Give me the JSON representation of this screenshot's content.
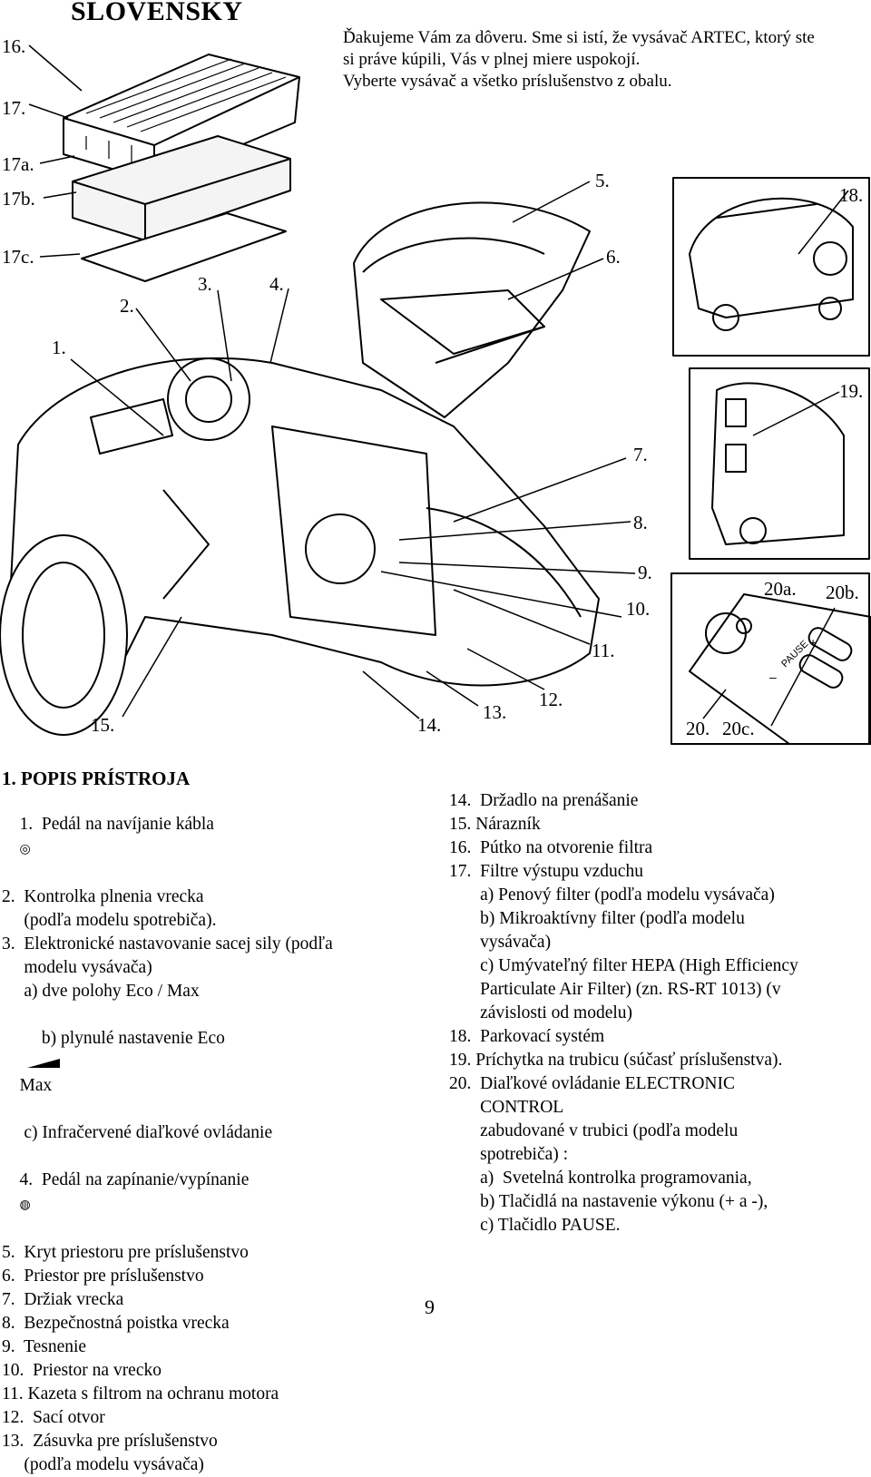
{
  "header": {
    "title": "SLOVENSKY"
  },
  "intro": {
    "line1": "Ďakujeme Vám za dôveru. Sme si istí, že vysávač ARTEC, ktorý ste",
    "line2": "si práve kúpili, Vás v plnej miere uspokojí.",
    "line3": "Vyberte vysávač a všetko príslušenstvo z obalu."
  },
  "figure_labels": {
    "l16": "16.",
    "l17": "17.",
    "l17a": "17a.",
    "l17b": "17b.",
    "l17c": "17c.",
    "l1": "1.",
    "l2": "2.",
    "l3": "3.",
    "l4": "4.",
    "l5": "5.",
    "l6": "6.",
    "l7": "7.",
    "l8": "8.",
    "l9": "9.",
    "l10": "10.",
    "l11": "11.",
    "l12": "12.",
    "l13": "13.",
    "l14": "14.",
    "l15": "15.",
    "l18": "18.",
    "l19": "19.",
    "l20": "20.",
    "l20a": "20a.",
    "l20b": "20b.",
    "l20c": "20c.",
    "pause": "PAUSE",
    "minus": "–",
    "plus": "+"
  },
  "section": {
    "title": "1. POPIS PRÍSTROJA"
  },
  "left_column": [
    "1.  Pedál na navíjanie kábla",
    "2.  Kontrolka plnenia vrecka",
    "     (podľa modelu spotrebiča).",
    "3.  Elektronické nastavovanie sacej sily (podľa",
    "     modelu vysávača)",
    "     a) dve polohy Eco / Max",
    "     b) plynulé nastavenie Eco",
    "Max",
    "     c) Infračervené diaľkové ovládanie",
    "4.  Pedál na zapínanie/vypínanie",
    "5.  Kryt priestoru pre príslušenstvo",
    "6.  Priestor pre príslušenstvo",
    "7.  Držiak vrecka",
    "8.  Bezpečnostná poistka vrecka",
    "9.  Tesnenie",
    "10.  Priestor na vrecko",
    "11. Kazeta s filtrom na ochranu motora",
    "12.  Sací otvor",
    "13.  Zásuvka pre príslušenstvo",
    "     (podľa modelu vysávača)"
  ],
  "right_column": [
    "14.  Držadlo na prenášanie",
    "15. Nárazník",
    "16.  Pútko na otvorenie filtra",
    "17.  Filtre výstupu vzduchu",
    "       a) Penový filter (podľa modelu vysávača)",
    "       b) Mikroaktívny filter (podľa modelu",
    "       vysávača)",
    "       c) Umývateľný filter HEPA (High Efficiency",
    "       Particulate Air Filter) (zn. RS-RT 1013) (v",
    "       závislosti od modelu)",
    "18.  Parkovací systém",
    "19. Príchytka na trubicu (súčasť príslušenstva).",
    "20.  Diaľkové ovládanie ELECTRONIC",
    "       CONTROL",
    "       zabudované v trubici (podľa modelu",
    "       spotrebiča) :",
    "       a)  Svetelná kontrolka programovania,",
    "       b) Tlačidlá na nastavenie výkonu (+ a -),",
    "       c) Tlačidlo PAUSE."
  ],
  "page_number": "9"
}
